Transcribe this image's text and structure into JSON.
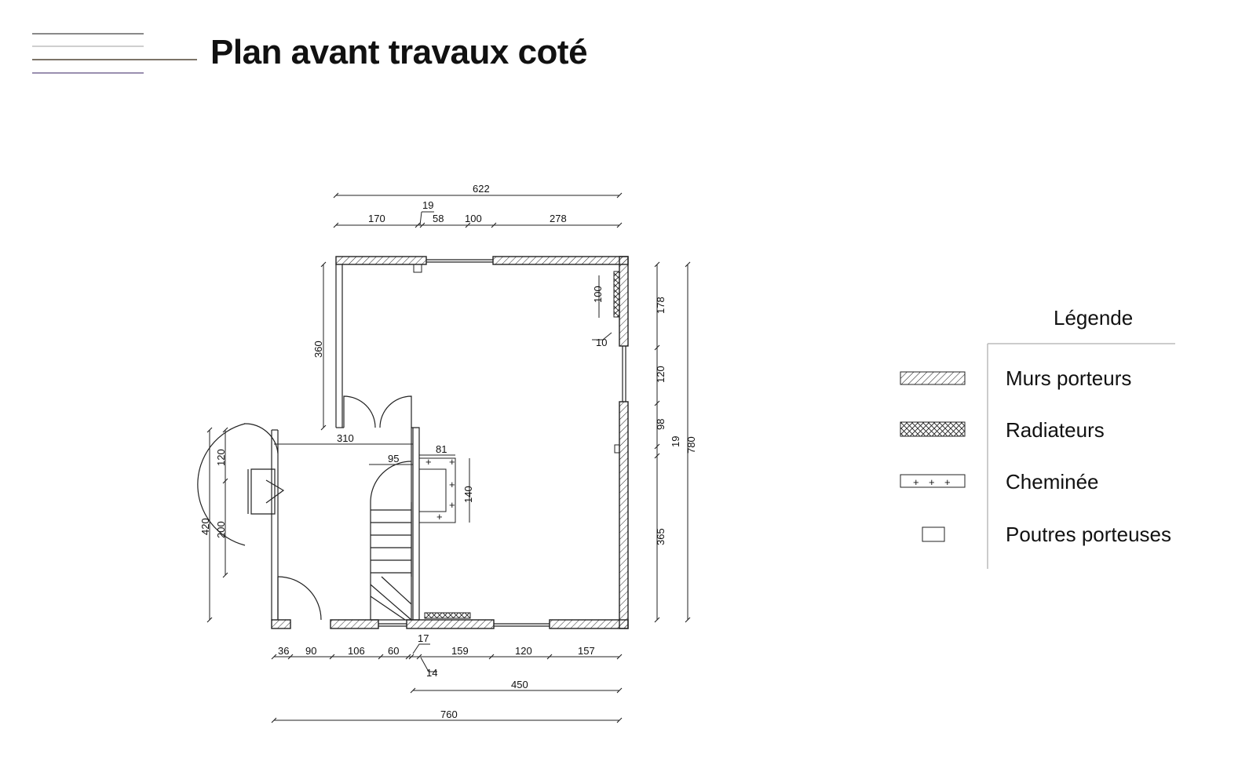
{
  "header": {
    "title": "Plan avant travaux coté"
  },
  "plan": {
    "top_dims": {
      "overall": "622",
      "segments": [
        "170",
        "19",
        "58",
        "100",
        "278"
      ]
    },
    "right_dims": {
      "overall": "780",
      "segments": [
        "178",
        "120",
        "98",
        "19",
        "365"
      ]
    },
    "left_dims": {
      "upper": "360",
      "overall": "420",
      "segments": [
        "120",
        "200"
      ]
    },
    "interior_dims": {
      "a": "100",
      "b": "10",
      "c": "310",
      "d": "95",
      "e": "81",
      "f": "140"
    },
    "bottom_dims": {
      "segments": [
        "36",
        "90",
        "106",
        "60",
        "17",
        "14",
        "159",
        "120",
        "157"
      ],
      "partial": "450",
      "overall": "760"
    }
  },
  "legend": {
    "title": "Légende",
    "items": [
      {
        "label": "Murs porteurs",
        "symbol": "hatch"
      },
      {
        "label": "Radiateurs",
        "symbol": "crosshatch"
      },
      {
        "label": "Cheminée",
        "symbol": "plus"
      },
      {
        "label": "Poutres porteuses",
        "symbol": "box"
      }
    ]
  },
  "colors": {
    "line": "#222222",
    "accent_line": "#9a8fb0"
  }
}
